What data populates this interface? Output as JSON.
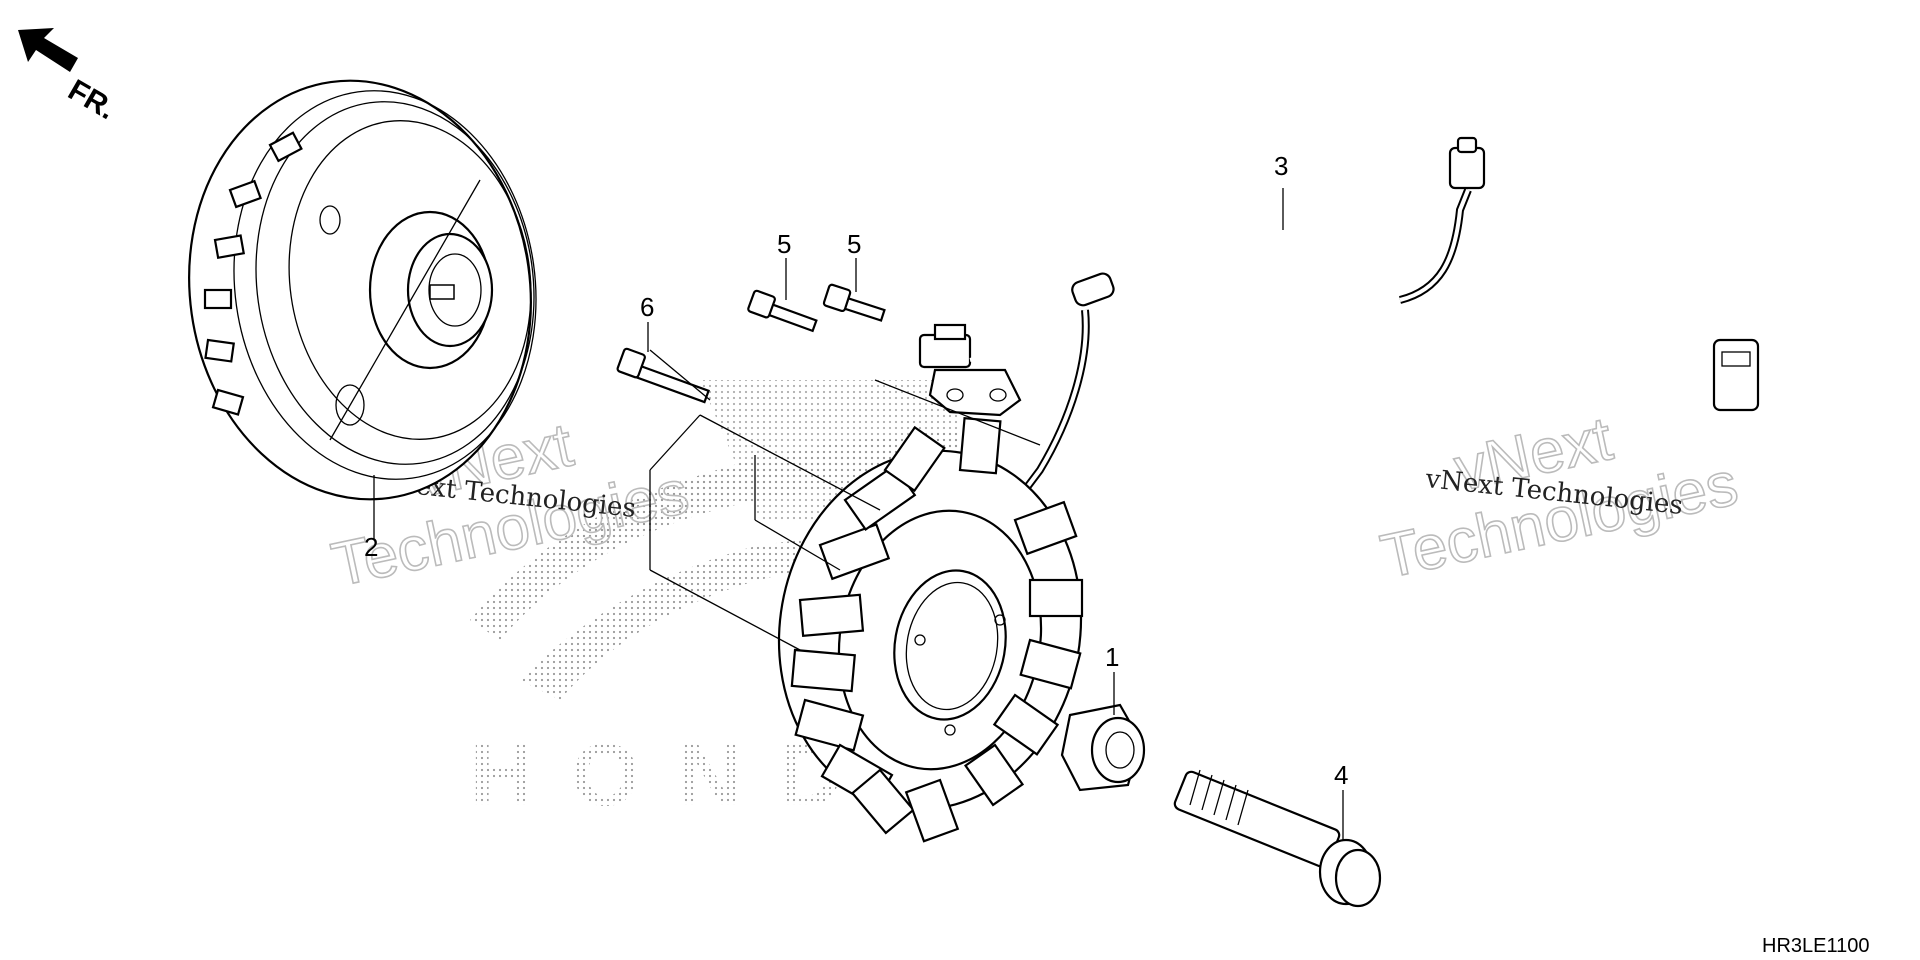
{
  "direction_label": "FR.",
  "diagram_code": "HR3LE1100",
  "watermark": {
    "line_small": "vNext Technologies",
    "big_line1": "vNext",
    "big_line2": "Technologies"
  },
  "brand_mark": "HONDA",
  "callouts": [
    {
      "id": "1",
      "label": "1"
    },
    {
      "id": "2",
      "label": "2"
    },
    {
      "id": "3",
      "label": "3"
    },
    {
      "id": "4",
      "label": "4"
    },
    {
      "id": "5a",
      "label": "5"
    },
    {
      "id": "5b",
      "label": "5"
    },
    {
      "id": "6",
      "label": "6"
    }
  ],
  "parts": [
    {
      "number": "1",
      "part": "nut-washer",
      "icon": "collar-nut-icon"
    },
    {
      "number": "2",
      "part": "flywheel",
      "icon": "flywheel-icon"
    },
    {
      "number": "3",
      "part": "pulse-generator-harness",
      "icon": "wire-harness-icon"
    },
    {
      "number": "4",
      "part": "flange-bolt",
      "icon": "flange-bolt-icon"
    },
    {
      "number": "5",
      "part": "small-bolt",
      "icon": "bolt-icon"
    },
    {
      "number": "6",
      "part": "stator-bolt",
      "icon": "bolt-icon"
    }
  ],
  "colors": {
    "ink": "#000000",
    "watermark": "#bbbbbb",
    "halftone": "#aaaaaa"
  }
}
